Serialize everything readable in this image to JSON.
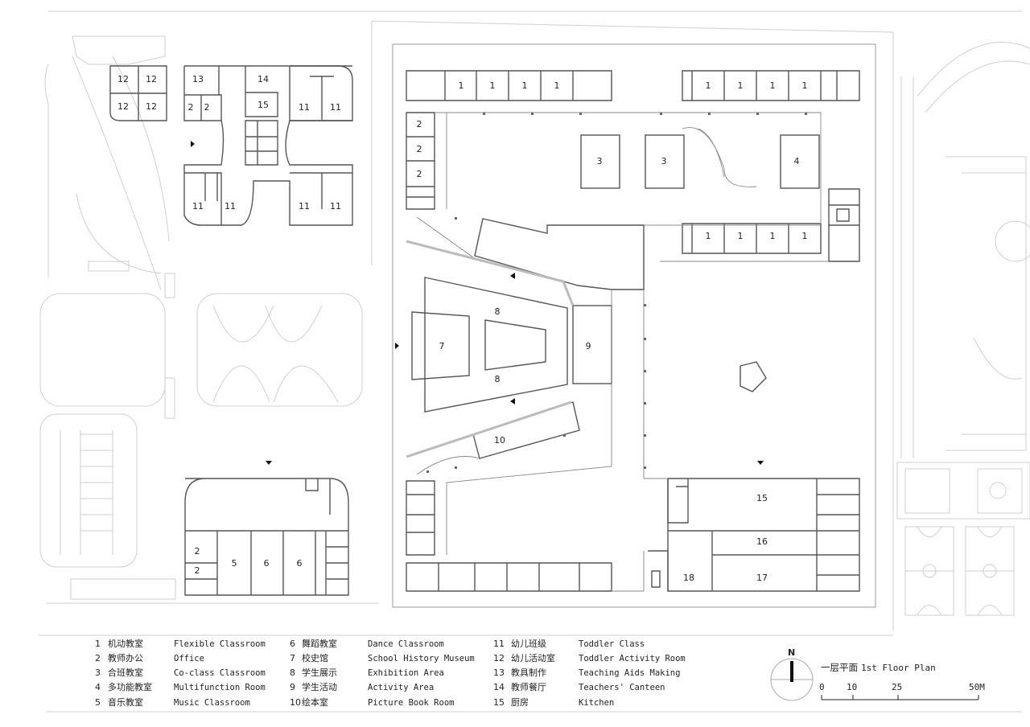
{
  "rooms": {
    "r1": "1",
    "r2": "2",
    "r3": "3",
    "r4": "4",
    "r5": "5",
    "r6": "6",
    "r7": "7",
    "r8": "8",
    "r9": "9",
    "r10": "10",
    "r11": "11",
    "r12": "12",
    "r13": "13",
    "r14": "14",
    "r15": "15",
    "r16": "16",
    "r17": "17",
    "r18": "18"
  },
  "legend": [
    {
      "num": "1",
      "cn": "机动教室",
      "en": "Flexible Classroom"
    },
    {
      "num": "2",
      "cn": "教师办公",
      "en": "Office"
    },
    {
      "num": "3",
      "cn": "合班教室",
      "en": "Co-class Classroom"
    },
    {
      "num": "4",
      "cn": "多功能教室",
      "en": "Multifunction Room"
    },
    {
      "num": "5",
      "cn": "音乐教室",
      "en": "Music Classroom"
    },
    {
      "num": "6",
      "cn": "舞蹈教室",
      "en": "Dance Classroom"
    },
    {
      "num": "7",
      "cn": "校史馆",
      "en": "School History Museum"
    },
    {
      "num": "8",
      "cn": "学生展示",
      "en": "Exhibition Area"
    },
    {
      "num": "9",
      "cn": "学生活动",
      "en": "Activity Area"
    },
    {
      "num": "10",
      "cn": "绘本室",
      "en": "Picture Book Room"
    },
    {
      "num": "11",
      "cn": "幼儿班级",
      "en": "Toddler Class"
    },
    {
      "num": "12",
      "cn": "幼儿活动室",
      "en": "Toddler Activity Room"
    },
    {
      "num": "13",
      "cn": "教具制作",
      "en": "Teaching Aids Making"
    },
    {
      "num": "14",
      "cn": "教师餐厅",
      "en": "Teachers' Canteen"
    },
    {
      "num": "15",
      "cn": "厨房",
      "en": "Kitchen"
    }
  ],
  "title": {
    "cn": "一层平面",
    "en": "1st Floor Plan"
  },
  "north": "N",
  "scale": {
    "s0": "0",
    "s10": "10",
    "s25": "25",
    "s50": "50M"
  }
}
